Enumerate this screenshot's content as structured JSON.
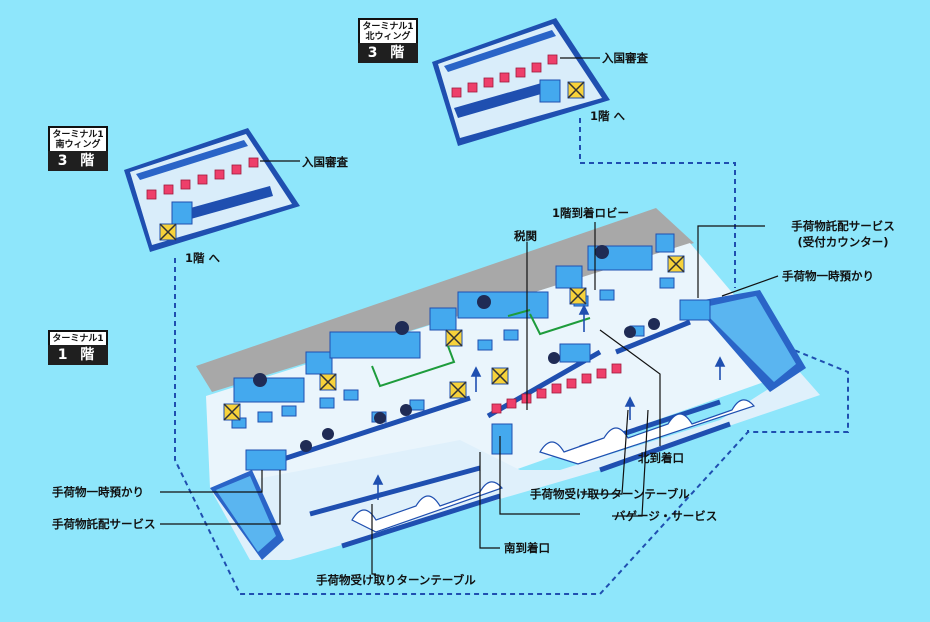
{
  "badges": {
    "north3": {
      "line1": "ターミナル1",
      "line2": "北ウィング",
      "floor": "3 階"
    },
    "south3": {
      "line1": "ターミナル1",
      "line2": "南ウィング",
      "floor": "3 階"
    },
    "t1": {
      "line1": "ターミナル1",
      "floor": "1 階"
    }
  },
  "labels": {
    "immigration_north": "入国審査",
    "immigration_south": "入国審査",
    "to_1f_north": "1階 へ",
    "to_1f_south": "1階 へ",
    "arrival_lobby": "1階到着ロビー",
    "customs": "税関",
    "delivery_service_right_1": "手荷物託配サービス",
    "delivery_service_right_2": "(受付カウンター)",
    "storage_right": "手荷物一時預かり",
    "north_arrival_exit": "北到着口",
    "baggage_claim_right": "手荷物受け取りターンテーブル",
    "baggage_service": "バゲージ・サービス",
    "storage_left": "手荷物一時預かり",
    "delivery_service_left": "手荷物託配サービス",
    "south_arrival_exit": "南到着口",
    "baggage_claim_bottom": "手荷物受け取りターンテーブル"
  },
  "icons": {
    "restroom": "restroom-icon",
    "elevator": "elevator-icon",
    "escalator": "escalator-icon",
    "telephone": "telephone-icon",
    "currency_exchange": "currency-exchange-icon",
    "no_entry": "no-entry-icon"
  },
  "colors": {
    "background": "#8ee6fb",
    "floor": "#e6f3fb",
    "wall": "#1f4fb0",
    "counter": "#44a9ee",
    "immigration_booth": "#ee3f6a",
    "customs_route": "#1e9c3c",
    "walkway": "#a3a3a3",
    "dashed_link": "#1f4fb0"
  }
}
